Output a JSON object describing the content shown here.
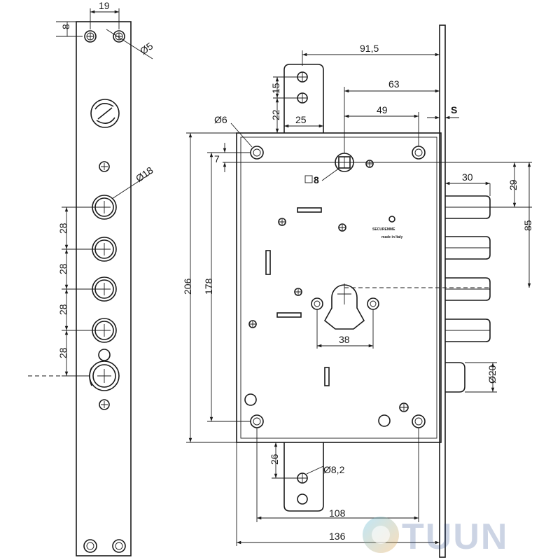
{
  "faceplate": {
    "dim_hole_spacing": "19",
    "dim_top_offset": "8",
    "dim_hole_dia": "Ø5",
    "dim_bolt_dia": "Ø18",
    "bolt_spacing": [
      "28",
      "28",
      "28",
      "28"
    ]
  },
  "case": {
    "dim_total_depth": "91,5",
    "dim_to_spindle": "63",
    "dim_backset": "49",
    "dim_s": "S",
    "dim_tab_15": "15",
    "dim_tab_22": "22",
    "dim_tab_25": "25",
    "dim_screw_dia": "Ø6",
    "dim_7": "7",
    "dim_spindle_square": "8",
    "dim_bolt_len": "30",
    "dim_29": "29",
    "dim_85": "85",
    "dim_height_206": "206",
    "dim_height_178": "178",
    "dim_cylinder": "38",
    "dim_latch_dia": "Ø20",
    "dim_26": "26",
    "dim_hole_82": "Ø8,2",
    "dim_108": "108",
    "dim_136": "136",
    "brand_text": "SECUREMME",
    "brand_sub": "made in Italy"
  },
  "watermark": {
    "text": "TUUN",
    "colors": {
      "blue": "#1e3f8a",
      "orange": "#f0a23a",
      "cyan": "#49b9e6"
    }
  }
}
